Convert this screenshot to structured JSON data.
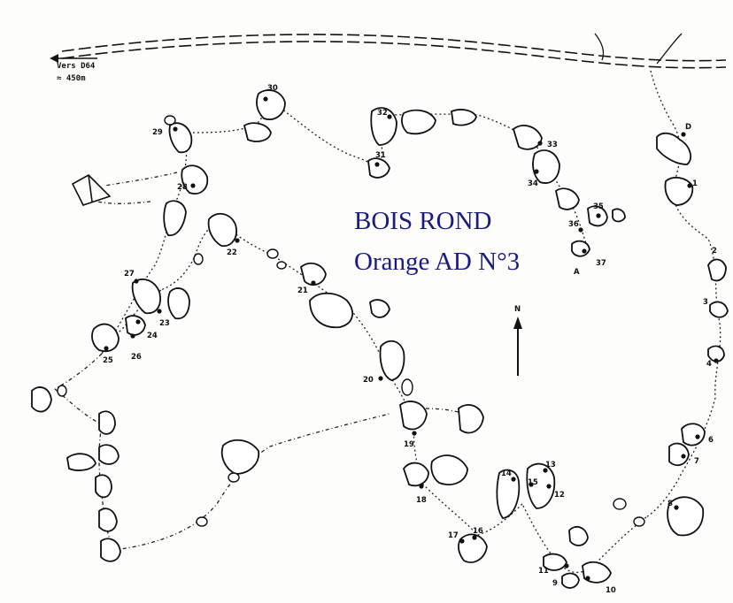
{
  "map": {
    "title_line1": "BOIS ROND",
    "title_line2": "Orange AD N°3",
    "road_direction": "Vers D64",
    "road_distance": "≈ 450m",
    "north_label": "N",
    "ink_color": "#111111",
    "title_color": "#1a1a80",
    "problems": [
      {
        "label": "D",
        "kind": "depart"
      },
      {
        "label": "1"
      },
      {
        "label": "2"
      },
      {
        "label": "3"
      },
      {
        "label": "4"
      },
      {
        "label": "6"
      },
      {
        "label": "7"
      },
      {
        "label": "8"
      },
      {
        "label": "9"
      },
      {
        "label": "10"
      },
      {
        "label": "11"
      },
      {
        "label": "12"
      },
      {
        "label": "13"
      },
      {
        "label": "14"
      },
      {
        "label": "15"
      },
      {
        "label": "16"
      },
      {
        "label": "17"
      },
      {
        "label": "18"
      },
      {
        "label": "19"
      },
      {
        "label": "20"
      },
      {
        "label": "21"
      },
      {
        "label": "22"
      },
      {
        "label": "23"
      },
      {
        "label": "24"
      },
      {
        "label": "25"
      },
      {
        "label": "26"
      },
      {
        "label": "27"
      },
      {
        "label": "28"
      },
      {
        "label": "29"
      },
      {
        "label": "30"
      },
      {
        "label": "31"
      },
      {
        "label": "32"
      },
      {
        "label": "33"
      },
      {
        "label": "34"
      },
      {
        "label": "35"
      },
      {
        "label": "36"
      },
      {
        "label": "37"
      },
      {
        "label": "A",
        "kind": "arrivee"
      }
    ]
  }
}
